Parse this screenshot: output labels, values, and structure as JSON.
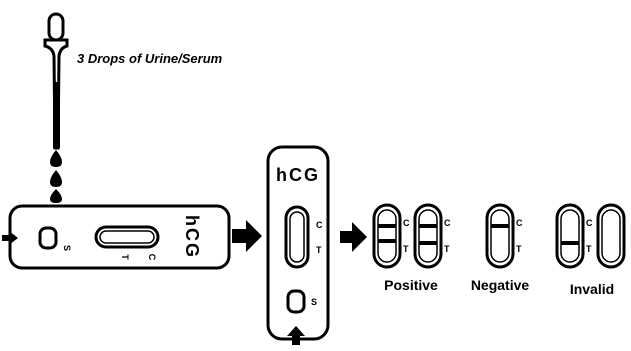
{
  "instruction": "3 Drops of Urine/Serum",
  "cassette_label": "hCG",
  "window_c": "C",
  "window_t": "T",
  "sample_s": "S",
  "results": {
    "positive": "Positive",
    "negative": "Negative",
    "invalid": "Invalid"
  },
  "icons": {
    "dropper": "dropper-icon",
    "drop": "drop-icon",
    "arrow": "right-arrow-icon",
    "up_arrow": "up-arrow-icon"
  }
}
